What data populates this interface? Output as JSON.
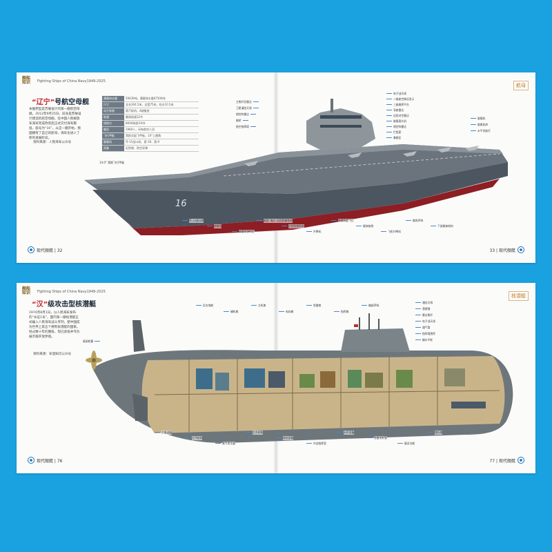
{
  "top_spread": {
    "series_logo": "舰船\n知识",
    "series_en": "Fighting Ships of China Navy1949-2025",
    "section_tag": "航母",
    "heading_quoted": "“辽宁”",
    "heading_rest": "号航空母舰",
    "body": "本舰原型是苏联设计的第一艘航空母舰，2012年9月25日，前身是苏联设计建造的航空母舰，在中国人民解放军海军完成改装后正式交付海军服役，舷号为“16”。从这一艘开始，我国拥有了自己的航母，海军也进入了新的发展阶段。",
    "credit": "资料来源：人民海军公众号",
    "spec_table": [
      {
        "k": "满载排水量",
        "v": "59439吨，满载排水量67500吨"
      },
      {
        "k": "尺寸",
        "v": "全长304.5米，全宽75米，吃水10.5米"
      },
      {
        "k": "动力系统",
        "v": "蒸汽轮机，4轴推进"
      },
      {
        "k": "航速",
        "v": "最高航速32节"
      },
      {
        "k": "续航力",
        "v": "8000海里/18节"
      },
      {
        "k": "舰员",
        "v": "1960人，另有航空人员"
      },
      {
        "k": "飞行甲板",
        "v": "滑跃式起飞甲板，14°上翘角"
      },
      {
        "k": "舰载机",
        "v": "歼-15战斗机、直-18、直-9"
      },
      {
        "k": "武备",
        "v": "近防炮、防空导弹"
      }
    ],
    "angle_label": "14.0° 滑跃飞行甲板",
    "hull_number": "16",
    "folio_left": "现代舰艇 | 32",
    "folio_right": "33 | 现代舰艇",
    "callouts_mid": [
      "主桅杆及雷达",
      "卫星通信天线",
      "相控阵雷达",
      "舰桥",
      "航空指挥塔"
    ],
    "callouts_right": [
      "电子战天线",
      "二级航空情况显示",
      "三级舰桥平台",
      "导航雷达",
      "远程对空雷达",
      "舰载直升机",
      "相控阵雷达",
      "拦阻索",
      "着舰区"
    ],
    "callouts_far_right": [
      "舰载机",
      "舰尾机库",
      "水平导航灯"
    ],
    "callouts_bottom": [
      "歼-15战斗机",
      "舰艏锚",
      "舰载机弹射区",
      "舰首“海红”近程防御系统",
      "近程防御系统",
      "升降机",
      "舰载机起飞位",
      "舰体舷侧",
      "飞机升降机",
      "舰底声呐",
      "下部舰体结构"
    ]
  },
  "bottom_spread": {
    "series_logo": "舰船\n知识",
    "series_en": "Fighting Ships of China Navy1949-2025",
    "section_tag": "核潜艇",
    "heading_quoted": "“汉”",
    "heading_rest": "级攻击型核潜艇",
    "body": "1974年8月1日，以人民海军发布的“长征1号”，国内第一艘核潜艇正式编入人民海军战斗序列，使中国成为世界上第五个拥有核潜艇的国家。经过数十年的服役，现已退役并作为展示舰开放参观。",
    "credit": "资料来源：军迷知识公众号",
    "folio_left": "现代舰艇 | 76",
    "folio_right": "77 | 现代舰艇",
    "callouts_top": [
      "反应堆舱",
      "辅机舱",
      "主机舱",
      "电站舱",
      "鱼雷舱",
      "指挥舱",
      "艏部声呐"
    ],
    "callouts_sail": [
      "通信天线",
      "潜望镜",
      "雷达桅杆",
      "电子战天线",
      "通气管",
      "指挥塔围壳",
      "艏水平舵"
    ],
    "callouts_bottom": [
      "主推进器",
      "主汽轮机",
      "蒸汽发生器",
      "主冷却泵",
      "电站设备",
      "作战指挥室",
      "水声设备",
      "鱼雷发射管",
      "艇员住舱",
      "储存舱"
    ],
    "rudder_label": "尾部舵翼"
  }
}
